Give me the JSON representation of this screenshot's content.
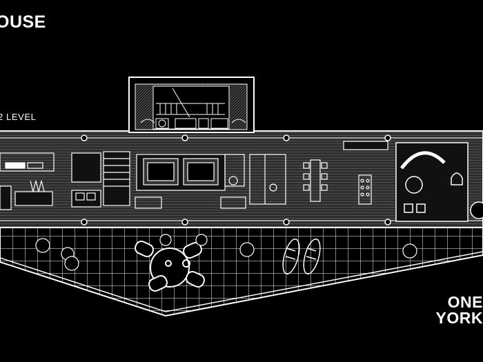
{
  "header": {
    "title": "OUSE",
    "level_label": "2 LEVEL"
  },
  "brand": {
    "line1": "ONE",
    "line2": "YORK"
  },
  "colors": {
    "background": "#000000",
    "line": "#ffffff",
    "floor": "#3a3a3a"
  }
}
